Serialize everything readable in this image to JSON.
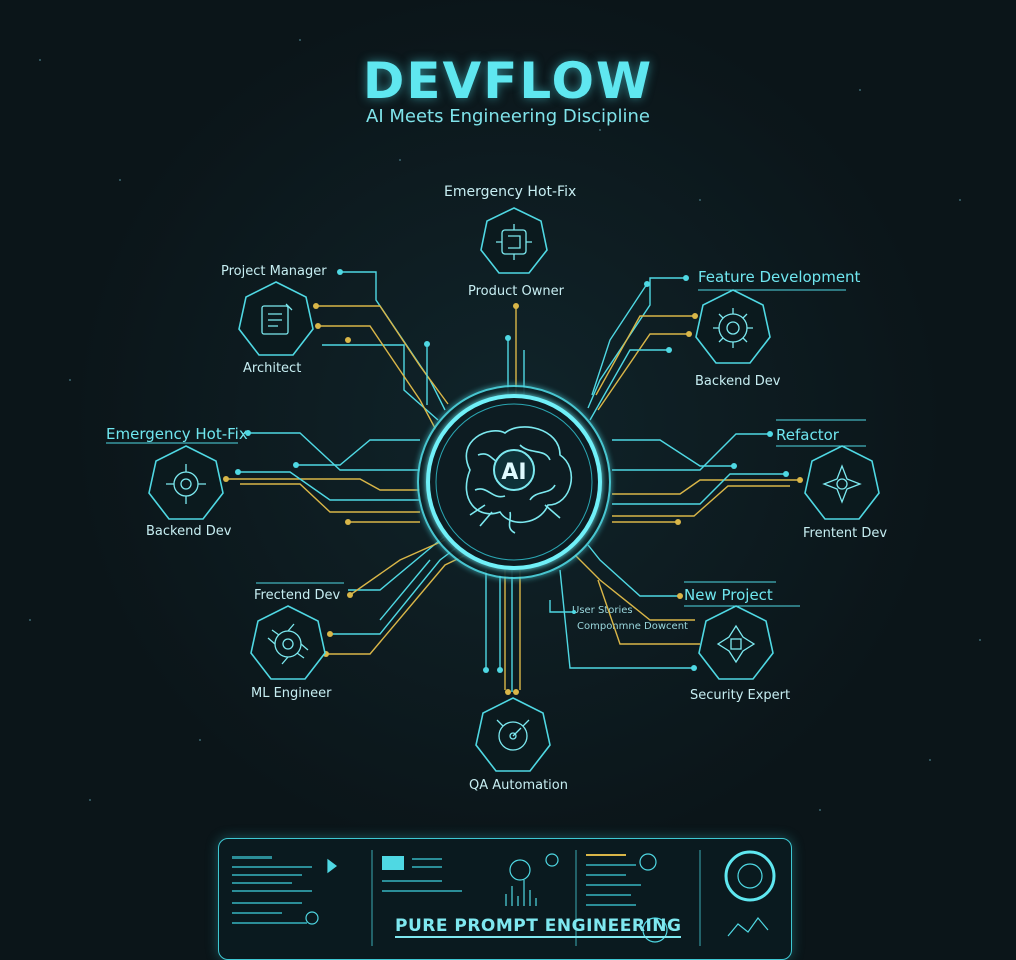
{
  "header": {
    "title": "DEVFLOW",
    "subtitle": "AI Meets Engineering Discipline"
  },
  "hub": {
    "label": "AI"
  },
  "nodes": [
    {
      "label": "Emergency Hot-Fix",
      "icon": "circuit-icon"
    },
    {
      "label": "Product Owner",
      "icon": "none"
    },
    {
      "label": "Project Manager",
      "icon": "none"
    },
    {
      "label": "Architect",
      "icon": "blueprint-icon"
    },
    {
      "label": "Feature Development",
      "icon": "none"
    },
    {
      "label": "Backend Dev",
      "icon": "gear-cluster-icon"
    },
    {
      "label": "Emergency Hot-Fix",
      "icon": "none"
    },
    {
      "label": "Backend Dev",
      "icon": "cog-icon"
    },
    {
      "label": "Refactor",
      "icon": "none"
    },
    {
      "label": "Frentent Dev",
      "icon": "star-gear-icon"
    },
    {
      "label": "Frectend Dev",
      "icon": "none"
    },
    {
      "label": "ML Engineer",
      "icon": "neural-gear-icon"
    },
    {
      "label": "New Project",
      "icon": "none"
    },
    {
      "label": "Security Expert",
      "icon": "shield-gear-icon"
    },
    {
      "label": "QA Automation",
      "icon": "gauge-icon"
    }
  ],
  "annotations": {
    "user_stories": "User Stories",
    "component_doc": "Componmne Dowcent"
  },
  "footer": {
    "panel_title": "PURE PROMPT ENGINEERING"
  },
  "colors": {
    "accent": "#4fd8e3",
    "wire_gold": "#d9b648",
    "background": "#0b1519"
  }
}
